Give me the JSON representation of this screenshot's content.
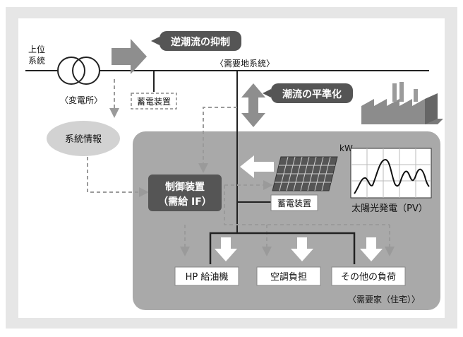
{
  "diagram": {
    "grid_upper_label_line1": "上位",
    "grid_upper_label_line2": "系統",
    "substation_label": "〈変電所〉",
    "demand_system_label": "〈需要地系統〉",
    "reverse_flow_label": "逆潮流の抑制",
    "storage_upper_label": "蓄電装置",
    "flow_leveling_label": "潮流の平準化",
    "system_info_label": "系統情報",
    "controller_line1": "制御装置",
    "controller_line2": "（需給 IF）",
    "storage_lower_label": "蓄電装置",
    "pv_unit_label": "kW",
    "pv_label": "太陽光発電（PV）",
    "loads": [
      "HP 給油機",
      "空調負担",
      "その他の負荷"
    ],
    "customer_label": "〈需要家（住宅）〉"
  },
  "colors": {
    "frame_background": "#e6e6e6",
    "customer_area": "#a9a9a9",
    "badge_fill": "#555555",
    "arrow_fill": "#8e8e8e",
    "dashed_line": "#9a9a9a",
    "ellipse_fill": "#d2d2d2"
  }
}
